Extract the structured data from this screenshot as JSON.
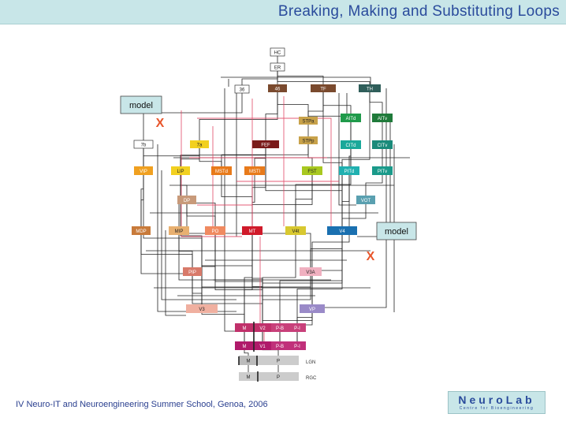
{
  "header": {
    "title": "Breaking, Making and Substituting Loops"
  },
  "footer": {
    "text": "IV Neuro-IT and Neuroengineering Summer School, Genoa, 2006"
  },
  "logo": {
    "main": "NeuroLab",
    "sub": "Centre for Bioengineering"
  },
  "callouts": [
    {
      "id": "model-left",
      "label": "model"
    },
    {
      "id": "model-right",
      "label": "model"
    }
  ],
  "cut_marks": [
    {
      "id": "x-left",
      "label": "X"
    },
    {
      "id": "x-right",
      "label": "X"
    }
  ],
  "colors": {
    "x_mark": "#e8552a",
    "model_box": "#c8e6e8",
    "loop_line": "#e04060",
    "wire": "#222222"
  },
  "nodes": [
    {
      "id": "hc",
      "label": "HC",
      "color": "#ffffff"
    },
    {
      "id": "er",
      "label": "ER",
      "color": "#ffffff"
    },
    {
      "id": "36",
      "label": "36",
      "color": "#ffffff"
    },
    {
      "id": "46",
      "label": "46",
      "color": "#7a4a2e"
    },
    {
      "id": "tf",
      "label": "TF",
      "color": "#7a4a2e"
    },
    {
      "id": "th",
      "label": "TH",
      "color": "#2f5e5a"
    },
    {
      "id": "stpa",
      "label": "STPa",
      "color": "#c8a24a"
    },
    {
      "id": "aitd",
      "label": "AITd",
      "color": "#1f9a4a"
    },
    {
      "id": "aitv",
      "label": "AITv",
      "color": "#1f7a3a"
    },
    {
      "id": "stpp",
      "label": "STPp",
      "color": "#c8a24a"
    },
    {
      "id": "7b",
      "label": "7b",
      "color": "#ffffff"
    },
    {
      "id": "7a",
      "label": "7a",
      "color": "#f2d020"
    },
    {
      "id": "fef",
      "label": "FEF",
      "color": "#7a1a1a"
    },
    {
      "id": "citd",
      "label": "CITd",
      "color": "#1aa89a"
    },
    {
      "id": "citv",
      "label": "CITv",
      "color": "#1a8a7a"
    },
    {
      "id": "vip",
      "label": "VIP",
      "color": "#f0a020"
    },
    {
      "id": "lip",
      "label": "LIP",
      "color": "#f2d020"
    },
    {
      "id": "mstd",
      "label": "MSTd",
      "color": "#e87a1a"
    },
    {
      "id": "mstl",
      "label": "MSTl",
      "color": "#e87a1a"
    },
    {
      "id": "fst",
      "label": "FST",
      "color": "#a8c820"
    },
    {
      "id": "pitd",
      "label": "PITd",
      "color": "#20b0b0"
    },
    {
      "id": "pitv",
      "label": "PITv",
      "color": "#1a9a8a"
    },
    {
      "id": "dp",
      "label": "DP",
      "color": "#c89a7a"
    },
    {
      "id": "vot",
      "label": "VOT",
      "color": "#5aa0b0"
    },
    {
      "id": "mdp",
      "label": "MDP",
      "color": "#c87a3a"
    },
    {
      "id": "mip",
      "label": "MIP",
      "color": "#e8b070"
    },
    {
      "id": "po",
      "label": "PO",
      "color": "#f08a60"
    },
    {
      "id": "mt",
      "label": "MT",
      "color": "#d01a2a"
    },
    {
      "id": "v4t",
      "label": "V4t",
      "color": "#d8c830"
    },
    {
      "id": "v4",
      "label": "V4",
      "color": "#1a70b0"
    },
    {
      "id": "pip",
      "label": "PIP",
      "color": "#d87a6a"
    },
    {
      "id": "v3a",
      "label": "V3A",
      "color": "#f0b0c0"
    },
    {
      "id": "vp",
      "label": "VP",
      "color": "#9a8ac8"
    },
    {
      "id": "v3",
      "label": "V3",
      "color": "#f0b0a0"
    },
    {
      "id": "m2",
      "label": "M",
      "color": "#c0306a"
    },
    {
      "id": "v2",
      "label": "V2",
      "color": "#c0306a"
    },
    {
      "id": "pb2",
      "label": "P-B",
      "color": "#c8407a"
    },
    {
      "id": "pi2",
      "label": "P-I",
      "color": "#c8407a"
    },
    {
      "id": "m1",
      "label": "M",
      "color": "#b01a6a"
    },
    {
      "id": "v1",
      "label": "V1",
      "color": "#b01a6a"
    },
    {
      "id": "pb1",
      "label": "P-B",
      "color": "#c0307a"
    },
    {
      "id": "pi1",
      "label": "P-I",
      "color": "#c0307a"
    },
    {
      "id": "lgnm",
      "label": "M",
      "color": "#bbbbbb"
    },
    {
      "id": "lgnp",
      "label": "P",
      "color": "#cccccc"
    },
    {
      "id": "rgcm",
      "label": "M",
      "color": "#cccccc"
    },
    {
      "id": "rgcp",
      "label": "P",
      "color": "#cccccc"
    }
  ],
  "layer_labels": [
    {
      "id": "lgn",
      "label": "LGN"
    },
    {
      "id": "rgc",
      "label": "RGC"
    }
  ]
}
